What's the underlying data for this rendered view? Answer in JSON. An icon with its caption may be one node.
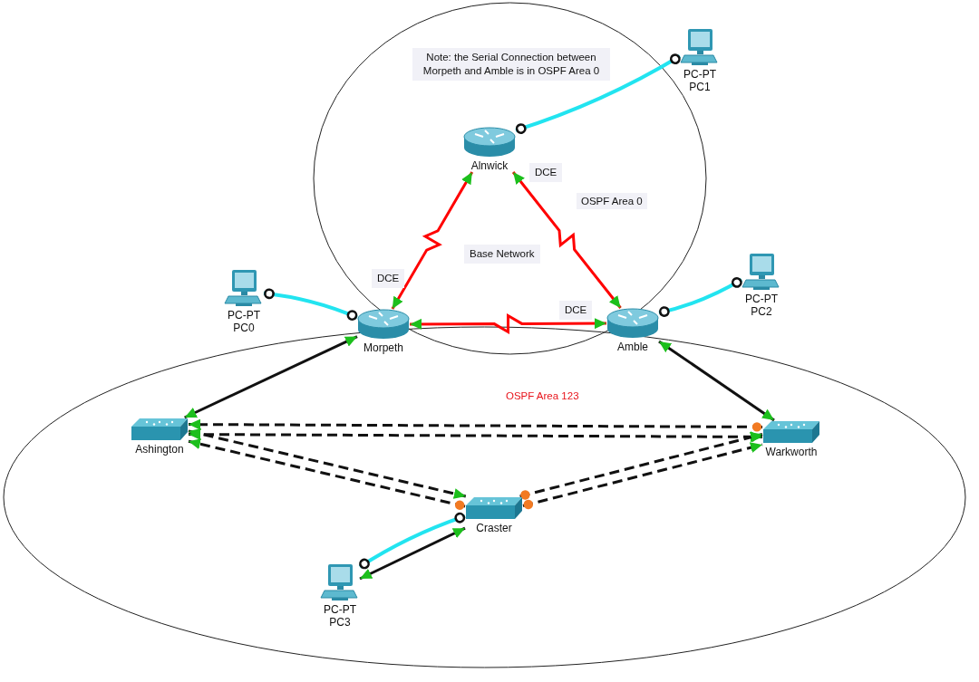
{
  "diagram": {
    "nodes": [
      {
        "text": [
          "OSPF Area 0"
        ]
      },
      {
        "text": [
          "Alnwick"
        ],
        "in": 0
      },
      {
        "text": [
          "PC-PT",
          "PC1"
        ]
      },
      {
        "text": [
          "PC-PT",
          "PC0"
        ]
      },
      {
        "text": [
          "Morpeth"
        ]
      },
      {
        "text": [
          "Amble"
        ]
      },
      {
        "text": [
          "PC-PT",
          "PC2"
        ]
      },
      {
        "text": [
          "OSPF Area 123"
        ]
      },
      {
        "text": [
          "Ashington"
        ],
        "in": 7
      },
      {
        "text": [
          "Warkworth"
        ],
        "in": 7
      },
      {
        "text": [
          "Craster"
        ],
        "in": 7
      },
      {
        "text": [
          "PC-PT",
          "PC3"
        ],
        "in": 7
      }
    ],
    "edges": [
      {
        "from": 1,
        "to": 2,
        "arrow": "other",
        "color": "#22e4f0"
      },
      {
        "from": 4,
        "to": 1,
        "arrow": "both",
        "label": "DCE",
        "color": "#ff0000"
      },
      {
        "from": 1,
        "to": 5,
        "arrow": "both",
        "label": "DCE",
        "color": "#ff0000"
      },
      {
        "from": 3,
        "to": 4,
        "arrow": "other",
        "color": "#22e4f0"
      },
      {
        "from": 4,
        "to": 5,
        "arrow": "both",
        "label": "DCE",
        "color": "#ff0000"
      },
      {
        "from": 5,
        "to": 6,
        "arrow": "other",
        "color": "#22e4f0"
      },
      {
        "from": 4,
        "to": 8,
        "arrow": "both"
      },
      {
        "from": 5,
        "to": 9,
        "arrow": "both"
      },
      {
        "from": 9,
        "to": 8,
        "arrow": "to",
        "style": "dashed"
      },
      {
        "from": 8,
        "to": 9,
        "arrow": "both",
        "style": "dashed"
      },
      {
        "from": 8,
        "to": 10,
        "arrow": "both",
        "style": "dashed"
      },
      {
        "from": 10,
        "to": 8,
        "arrow": "to",
        "style": "dashed"
      },
      {
        "from": 10,
        "to": 9,
        "arrow": "to",
        "style": "dashed"
      },
      {
        "from": 10,
        "to": 9,
        "arrow": "to",
        "style": "dashed"
      },
      {
        "from": 10,
        "to": 11,
        "arrow": "other",
        "color": "#22e4f0"
      },
      {
        "from": 10,
        "to": 11,
        "arrow": "both"
      }
    ],
    "labels": [
      "Note: the Serial Connection between Morpeth and Amble is in OSPF Area 0",
      "Base Network"
    ]
  }
}
